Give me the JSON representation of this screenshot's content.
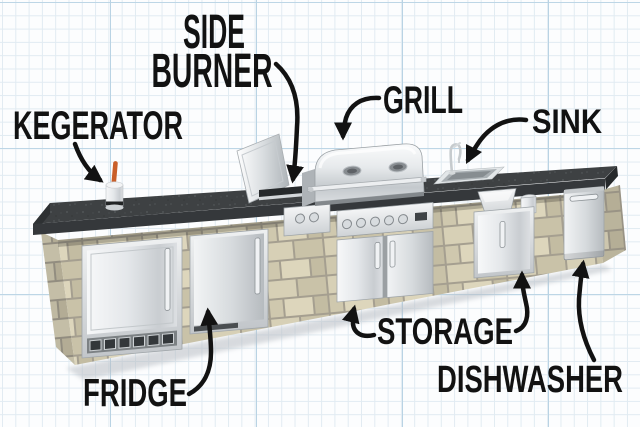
{
  "diagram": {
    "subject": "outdoor-kitchen-island-callout-diagram",
    "labels": {
      "kegerator": "KEGERATOR",
      "side_burner_line1": "SIDE",
      "side_burner_line2": "BURNER",
      "grill": "GRILL",
      "sink": "SINK",
      "fridge": "FRIDGE",
      "storage": "STORAGE",
      "dishwasher": "DISHWASHER"
    },
    "components": [
      "kegerator-tap-tower",
      "side-burner-with-open-lid",
      "grill-hood",
      "sink-with-faucet",
      "kegerator-cabinet-door",
      "fridge-door",
      "storage-double-doors",
      "storage-single-door",
      "dishwasher-door",
      "stone-base",
      "dark-countertop"
    ],
    "colors": {
      "label_text": "#121212",
      "arrow": "#121212",
      "paper": "#fcfdfe",
      "grid_minor": "#e1ebf2",
      "grid_major": "#b9d3e4",
      "countertop": "#3e4143",
      "stone": "#cfc8ae",
      "stone_mortar": "#a59f90",
      "stainless_steel": "#dadee1",
      "tap_handle": "#c95f2a"
    }
  }
}
